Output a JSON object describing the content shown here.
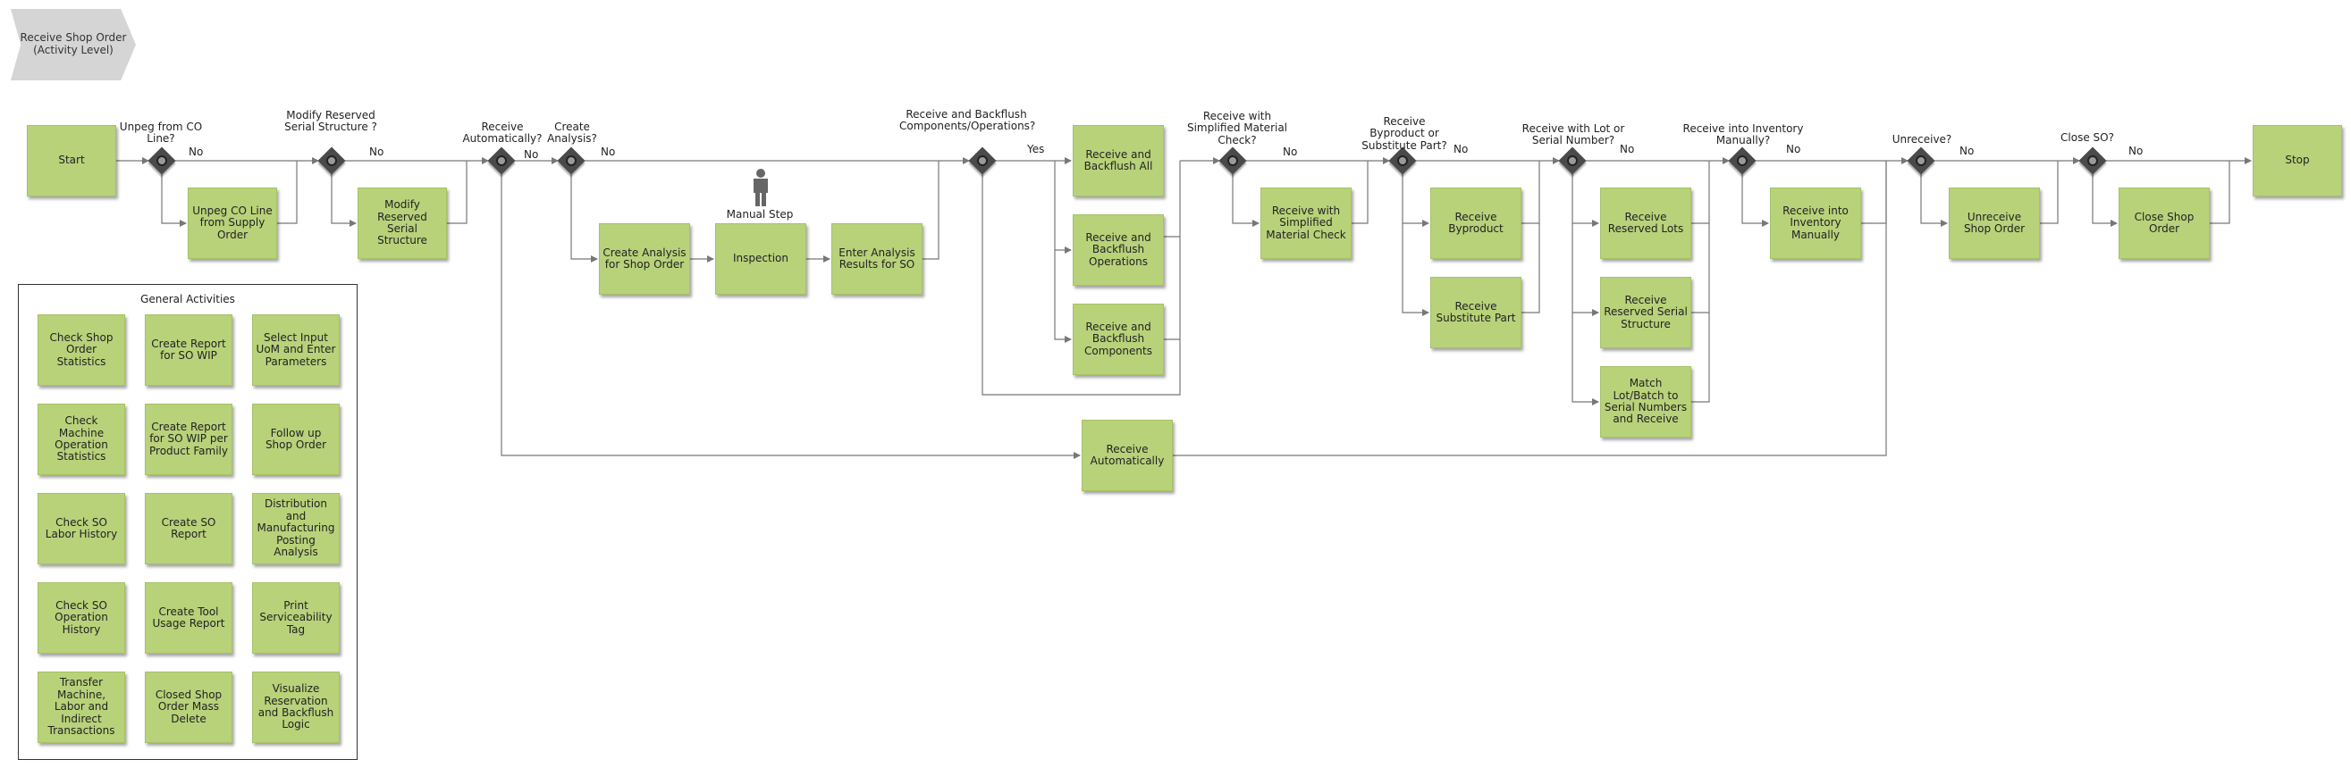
{
  "header": {
    "title": "Receive Shop Order  (Activity Level)"
  },
  "flow": {
    "start": "Start",
    "stop": "Stop",
    "gateways": {
      "g1": "Unpeg from CO Line?",
      "g2": "Modify Reserved Serial Structure ?",
      "g3": "Receive Automatically?",
      "g4": "Create Analysis?",
      "g5": "Receive and Backflush Components/Operations?",
      "g6": "Receive with Simplified Material Check?",
      "g7": "Receive Byproduct or Substitute Part?",
      "g8": "Receive with Lot or Serial Number?",
      "g9": "Receive into Inventory Manually?",
      "g10": "Unreceive?",
      "g11": "Close SO?"
    },
    "branch_no": "No",
    "branch_yes": "Yes",
    "manual_step": "Manual Step",
    "activities": {
      "unpeg": "Unpeg CO Line from Supply Order",
      "modify_serial": "Modify Reserved Serial Structure",
      "create_analysis": "Create Analysis for Shop Order",
      "inspection": "Inspection",
      "enter_analysis": "Enter Analysis Results for SO",
      "backflush_all": "Receive and Backflush All",
      "backflush_ops": "Receive and Backflush Operations",
      "backflush_comp": "Receive and Backflush Components",
      "simplified": "Receive with Simplified Material Check",
      "byproduct": "Receive Byproduct",
      "substitute": "Receive Substitute Part",
      "reserved_lots": "Receive Reserved Lots",
      "reserved_serial": "Receive Reserved Serial Structure",
      "match_lot": "Match Lot/Batch to Serial Numbers and Receive",
      "inventory_manual": "Receive into Inventory Manually",
      "unreceive": "Unreceive Shop Order",
      "close": "Close Shop Order",
      "receive_auto": "Receive Automatically"
    }
  },
  "general": {
    "title": "General Activities",
    "items": [
      "Check Shop Order Statistics",
      "Create Report for SO WIP",
      "Select Input UoM and Enter Parameters",
      "Check Machine Operation Statistics",
      "Create Report for SO WIP per Product Family",
      "Follow up Shop Order",
      "Check SO Labor History",
      "Create SO Report",
      "Distribution and Manufacturing Posting Analysis",
      "Check SO Operation History",
      "Create Tool Usage Report",
      "Print Serviceability Tag",
      "Transfer Machine, Labor and Indirect Transactions",
      "Closed Shop Order Mass Delete",
      "Visualize Reservation and Backflush Logic"
    ]
  },
  "colors": {
    "activity": "#b8d27a",
    "gateway": "#4a4a4a",
    "chevron": "#d5d5d5",
    "line": "#777777"
  }
}
